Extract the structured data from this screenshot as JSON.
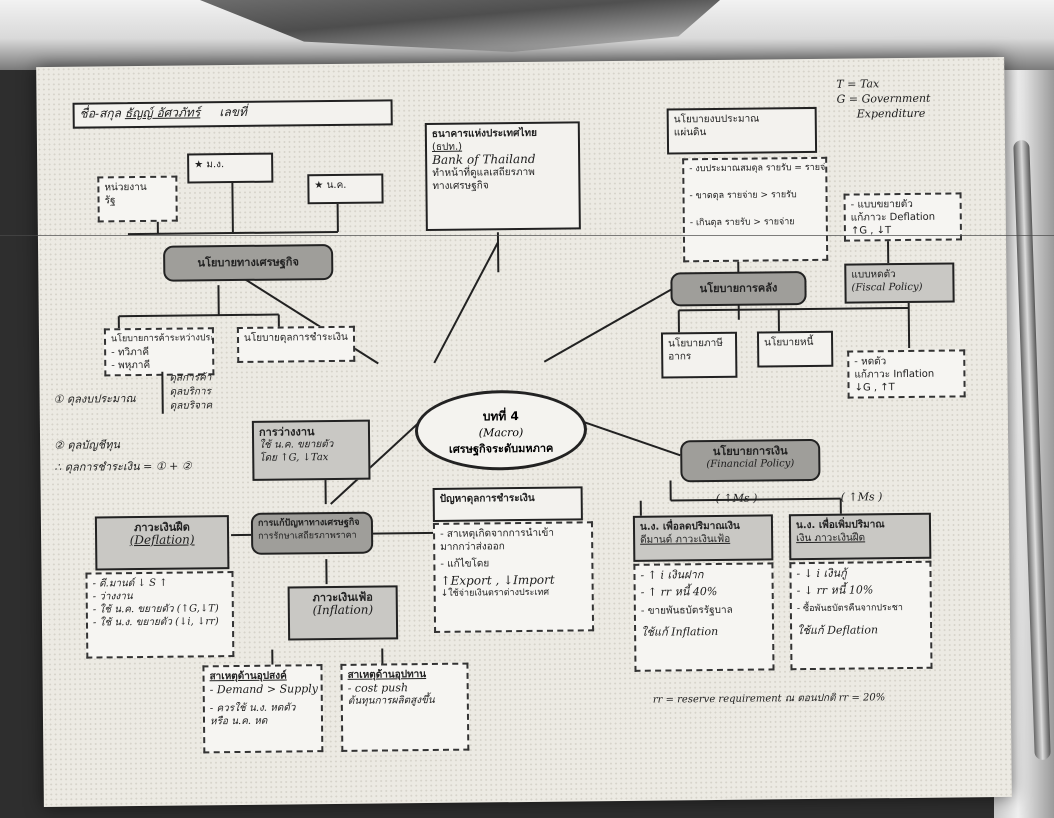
{
  "title_text": "บทที่ 4",
  "subtitle_text": "(Macro)",
  "center_text": "เศรษฐกิจระดับมหภาค",
  "student_label": "ชื่อ-สกุล",
  "student_name": "ธัญญ์ อัศวภัทร์",
  "student_class": "เลขที่",
  "top_right_note": [
    "T = Tax",
    "G = Government",
    "Expenditure"
  ],
  "bottom_note": "rr = reserve requirement   ณ ตอนปกติ rr = 20%",
  "left_notes": [
    "① ดุลงบประมาณ",
    "② ดุลบัญชีทุน",
    "∴ ดุลการชำระเงิน = ① + ②"
  ],
  "left_brace": [
    "ดุลการค้า",
    "ดุลบริการ",
    "ดุลบริจาค"
  ],
  "nodes": {
    "econ_policy": {
      "title": "นโยบายทางเศรษฐกิจ"
    },
    "gov_agency": {
      "title": "หน่วยงาน",
      "lines": [
        "รัฐ"
      ]
    },
    "nesdb": {
      "title": "★ ม.ง."
    },
    "nk": {
      "title": "★ น.ค."
    },
    "trade_policy": {
      "title": "นโยบายการค้าระหว่างประเทศ",
      "lines": [
        "- ทวิภาคี",
        "- พหุภาคี"
      ]
    },
    "bop": {
      "title": "นโยบายดุลการชำระเงิน"
    },
    "bot": {
      "title": "ธนาคารแห่งประเทศไทย",
      "subtitle": "(ธปท.)",
      "lines": [
        "Bank of Thailand",
        "ทำหน้าที่ดูแลเสถียรภาพ",
        "ทางเศรษฐกิจ"
      ]
    },
    "fiscal_policy": {
      "title": "นโยบายการคลัง"
    },
    "budget": {
      "title": "นโยบายงบประมาณ",
      "lines": [
        "แผ่นดิน"
      ]
    },
    "budget_items": {
      "lines": [
        "- งบประมาณสมดุล รายรับ = รายจ่าย",
        "- ขาดดุล รายจ่าย > รายรับ",
        "- เกินดุล รายรับ > รายจ่าย"
      ]
    },
    "expansion": {
      "lines": [
        "- แบบขยายตัว",
        "แก้ภาวะ Deflation",
        "↑G , ↓T"
      ]
    },
    "fiscal_box": {
      "title": "แบบหดตัว",
      "subtitle": "(Fiscal Policy)"
    },
    "contraction": {
      "lines": [
        "- หดตัว",
        "แก้ภาวะ Inflation",
        "↓G , ↑T"
      ]
    },
    "tax": {
      "title": "นโยบายภาษี",
      "lines": [
        "อากร"
      ]
    },
    "debt": {
      "title": "นโยบายหนี้"
    },
    "employment": {
      "title": "การว่างงาน",
      "lines": [
        "ใช้ น.ค. ขยายตัว",
        "โดย ↑G, ↓Tax"
      ]
    },
    "economic_problem": {
      "title": "การแก้ปัญหาทางเศรษฐกิจ",
      "lines": [
        "การรักษาเสถียรภาพราคา"
      ]
    },
    "deflation": {
      "title": "ภาวะเงินฝืด",
      "subtitle": "(Deflation)",
      "lines": [
        "- ดี.มานด์ ↓ S ↑",
        "- ว่างงาน",
        "- ใช้ น.ค. ขยายตัว (↑G,↓T)",
        "- ใช้ น.ง. ขยายตัว (↓i, ↓rr)"
      ]
    },
    "inflation": {
      "title": "ภาวะเงินเฟ้อ",
      "subtitle": "(Inflation)"
    },
    "demand_pull": {
      "title": "สาเหตุด้านอุปสงค์",
      "lines": [
        "- Demand > Supply",
        "- ควรใช้ น.ง. หดตัว",
        "หรือ น.ค. หด"
      ]
    },
    "cost_push": {
      "title": "สาเหตุด้านอุปทาน",
      "lines": [
        "- cost push",
        "ต้นทุนการผลิตสูงขึ้น"
      ]
    },
    "bop_problem": {
      "title": "ปัญหาดุลการชำระเงิน",
      "lines": [
        "- สาเหตุเกิดจากการนำเข้า",
        "มากกว่าส่งออก",
        "- แก้ไขโดย",
        "↑Export , ↓Import",
        "↓ใช้จ่ายเงินตราต่างประเทศ"
      ]
    },
    "monetary": {
      "title": "นโยบายการเงิน",
      "subtitle": "(Financial Policy)"
    },
    "ms_up": {
      "header": "( ↑Ms )",
      "title": "น.ง. เพื่อลดปริมาณเงิน",
      "subtitle": "ดีมานด์ ภาวะเงินเฟ้อ",
      "lines": [
        "- ↑ i เงินฝาก",
        "- ↑ rr หนี้ 40%",
        "- ขายพันธบัตรรัฐบาล",
        "ใช้แก้ Inflation"
      ]
    },
    "ms_down": {
      "header": "( ↑Ms )",
      "title": "น.ง. เพื่อเพิ่มปริมาณ",
      "subtitle": "เงิน ภาวะเงินฝืด",
      "lines": [
        "- ↓ i เงินกู้",
        "- ↓ rr หนี้ 10%",
        "- ซื้อพันธบัตรคืนจากประชา",
        "ใช้แก้ Deflation"
      ]
    }
  }
}
